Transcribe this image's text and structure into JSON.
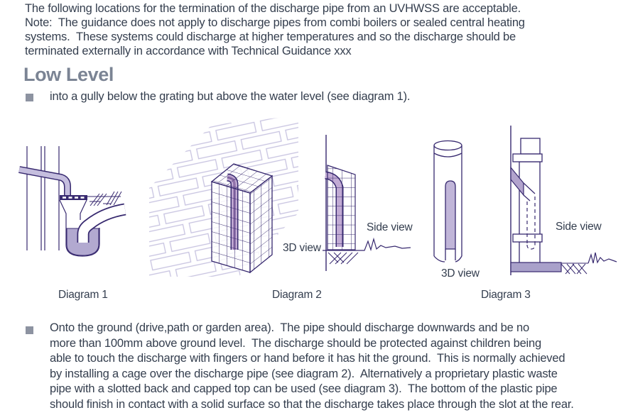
{
  "intro_lines": [
    "The following locations for the termination of the discharge pipe from an UVHWSS are acceptable.",
    "Note:  The guidance does not apply to discharge pipes from combi boilers or sealed central heating",
    "systems.  These systems could discharge at higher temperatures and so the discharge should be",
    "terminated externally in accordance with Technical Guidance xxx"
  ],
  "heading": "Low Level",
  "bullet_1": "into a gully below the grating but above the water level (see diagram 1).",
  "bullet_2_lines": [
    "Onto the ground (drive,path or garden area).  The pipe should discharge downwards and be no",
    "more than 100mm above ground level.  The discharge should be protected against children being",
    "able to touch the discharge with fingers or hand before it has hit the ground.  This is normally achieved",
    "by installing a cage over the discharge pipe (see diagram 2).  Alternatively a proprietary plastic waste",
    "pipe with a slotted back and capped top can be used (see diagram 3).  The bottom of the plastic pipe",
    "should finish in contact with a solid surface so that the discharge takes place through the slot at the rear."
  ],
  "diagram_captions": [
    "Diagram 1",
    "Diagram 2",
    "Diagram 3"
  ],
  "view_labels": {
    "d2_3d": "3D view",
    "d2_side": "Side view",
    "d3_3d": "3D view",
    "d3_side": "Side view"
  },
  "colors": {
    "body_text": "#343e4e",
    "heading_text": "#7b8494",
    "bullet_marker": "#8d93a1",
    "diagram_outline": "#37296f",
    "pipe_fill": "#c5bede",
    "water_fill": "#b2a9d0",
    "cage_pipe_fill": "#c2abd4",
    "cage_pipe_core": "#9273ab",
    "slot_fill": "#c0b5d8",
    "base_fill": "#a9a1ca",
    "brick_outline": "#c7c3e0"
  }
}
